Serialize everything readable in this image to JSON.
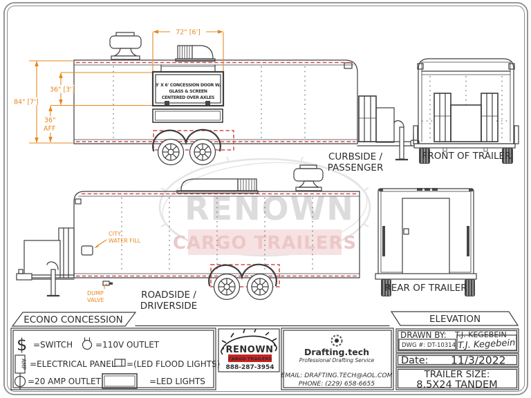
{
  "watermark": {
    "name": "RENOWN",
    "band": "CARGO TRAILERS"
  },
  "curbside": {
    "caption1": "CURBSIDE /",
    "caption2": "PASSENGER",
    "door_note1": "3' X 6' CONCESSION DOOR W/",
    "door_note2": "GLASS & SCREEN",
    "door_note3": "CENTERED OVER AXLES",
    "dim_width": "72\" [6']",
    "dim_height": "84\" [7']",
    "dim_door": "36\" [3']",
    "dim_aff1": "36\"",
    "dim_aff2": "AFF"
  },
  "front": {
    "caption": "FRONT OF TRAILER"
  },
  "roadside": {
    "caption1": "ROADSIDE /",
    "caption2": "DRIVERSIDE",
    "city1": "CITY",
    "city2": "WATER FILL",
    "dump1": "DUMP",
    "dump2": "VALVE"
  },
  "rear": {
    "caption": "REAR OF TRAILER"
  },
  "banners": {
    "title": "ECONO CONCESSION",
    "view": "ELEVATION"
  },
  "legend": {
    "switch_symbol": "$",
    "switch": "=SWITCH",
    "outlet110": "=110V OUTLET",
    "panel_symbol": "AMP",
    "panel": "=ELECTRICAL PANEL",
    "flood": "=(LED FLOOD LIGHTS)",
    "amp20": "=20 AMP OUTLET",
    "led": "=LED LIGHTS"
  },
  "brand": {
    "name": "RENOWN",
    "tagline": "CARGO TRAILERS",
    "phone": "888-287-3954"
  },
  "drafter": {
    "name": "Drafting.tech",
    "tagline": "Professional Drafting Service",
    "email": "EMAIL: DRAFTING.TECH@AOL.COM",
    "phone": "PHONE: (229) 658-6655"
  },
  "titleblock": {
    "drawn_by_label": "DRAWN BY:",
    "drawn_by": "T.J. KEGEBEIN",
    "dwg": "DWG #: DT-10314",
    "signature": "T.J. Kegebein",
    "date_label": "Date:",
    "date": "11/3/2022",
    "size_label": "TRAILER SIZE:",
    "size": "8.5X24 TANDEM"
  },
  "colors": {
    "dimension": "#E8871E",
    "led_dash": "#D24A4A",
    "line": "#3C3C3C",
    "brand_red": "#CC2222"
  }
}
